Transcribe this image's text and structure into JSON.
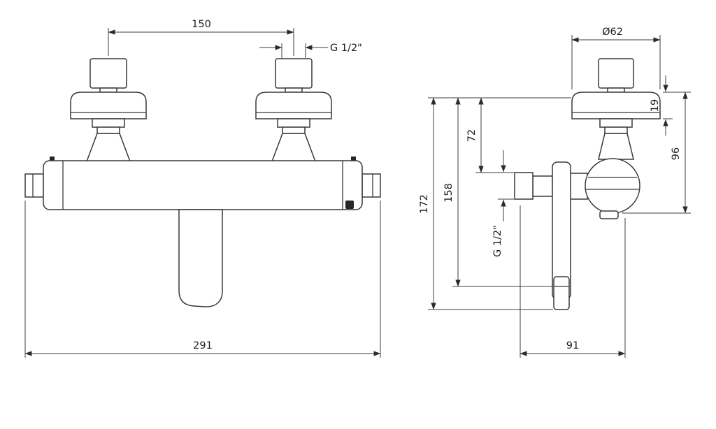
{
  "style": {
    "line_color": "#383838",
    "dimension_line_color": "#3c3c3c",
    "part_fill": "#ffffff",
    "knurl_dark": "#1d1d1d",
    "background": "#ffffff"
  },
  "front_view": {
    "dimensions": {
      "valve_spacing": "150",
      "inlet_thread": "G 1/2\"",
      "overall_width": "291"
    }
  },
  "side_view": {
    "dimensions": {
      "flange_diameter": "Ø62",
      "flange_depth": "19",
      "height_96": "96",
      "offset_72": "72",
      "height_158": "158",
      "height_172": "172",
      "outlet_thread": "G 1/2\"",
      "depth_91": "91"
    }
  }
}
